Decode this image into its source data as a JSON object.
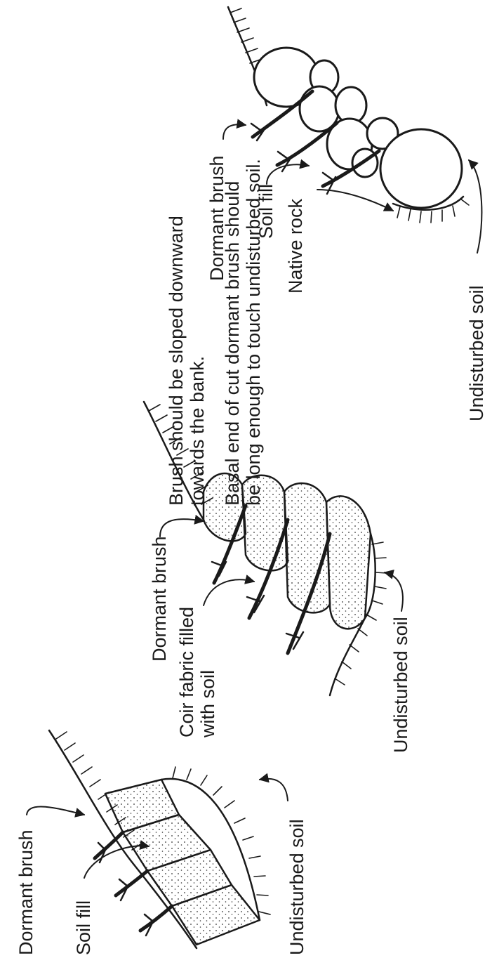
{
  "notes": {
    "line1": "Brush should be sloped downward",
    "line2": "towards the bank.",
    "line3": "Basal end of cut dormant brush should",
    "line4": "be long enough to touch undisturbed soil."
  },
  "panel_soil_fill": {
    "dormant_brush": "Dormant brush",
    "soil_fill": "Soil fill",
    "undisturbed_soil": "Undisturbed soil"
  },
  "panel_coir": {
    "dormant_brush": "Dormant brush",
    "coir_line1": "Coir fabric filled",
    "coir_line2": "with soil",
    "undisturbed_soil": "Undisturbed soil"
  },
  "panel_rock": {
    "dormant_brush": "Dormant brush",
    "soil_fill": "Soil fill",
    "native_rock": "Native rock",
    "undisturbed_soil": "Undisturbed soil"
  }
}
